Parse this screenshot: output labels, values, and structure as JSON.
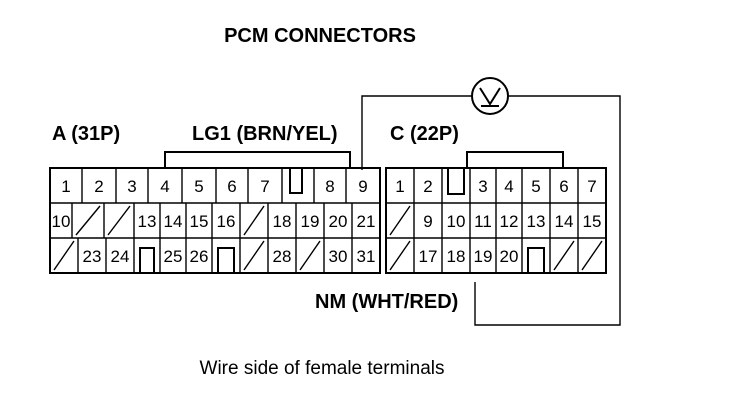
{
  "title": "PCM CONNECTORS",
  "connector_a": {
    "label": "A (31P)",
    "rows": [
      [
        "1",
        "2",
        "3",
        "4",
        "5",
        "6",
        "7",
        "",
        "8",
        "9"
      ],
      [
        "10",
        "",
        "",
        "13",
        "14",
        "15",
        "16",
        "",
        "18",
        "19",
        "20",
        "21"
      ],
      [
        "",
        "23",
        "24",
        "",
        "25",
        "26",
        "",
        "",
        "28",
        "",
        "30",
        "31"
      ]
    ]
  },
  "connector_c": {
    "label": "C (22P)",
    "rows": [
      [
        "1",
        "2",
        "",
        "3",
        "4",
        "5",
        "6",
        "7"
      ],
      [
        "",
        "9",
        "10",
        "11",
        "12",
        "13",
        "14",
        "15"
      ],
      [
        "",
        "17",
        "18",
        "19",
        "20",
        "",
        "",
        ""
      ]
    ]
  },
  "wire_lg1": "LG1 (BRN/YEL)",
  "wire_nm": "NM (WHT/RED)",
  "meter_symbol": "V",
  "caption": "Wire side of female terminals"
}
